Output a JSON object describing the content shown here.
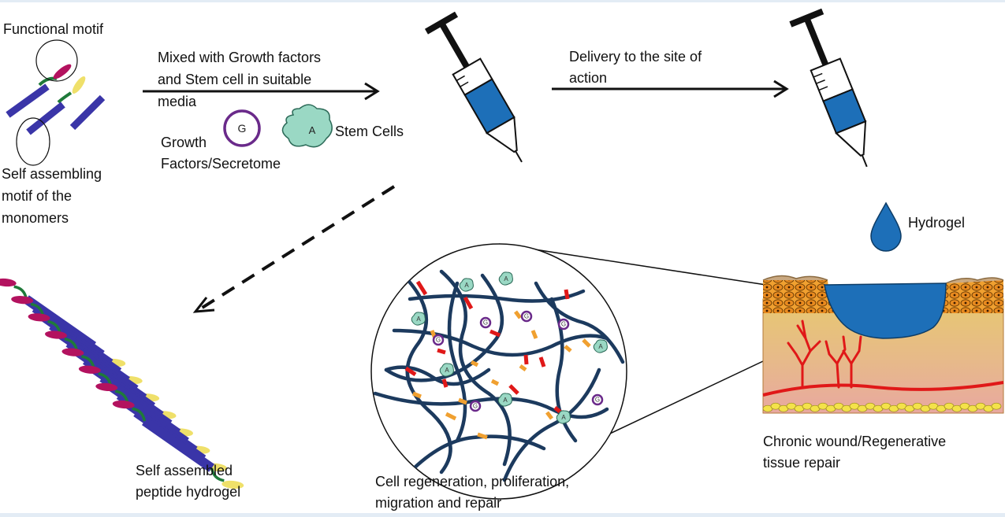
{
  "labels": {
    "functional_motif": "Functional motif",
    "self_assembling_motif": [
      "Self assembling",
      "motif of the",
      "monomers"
    ],
    "mixed_with": [
      "Mixed with Growth factors",
      "and Stem cell in suitable",
      "media"
    ],
    "growth_factors": [
      "Growth",
      "Factors/Secretome"
    ],
    "stem_cells": "Stem Cells",
    "delivery": [
      "Delivery to the site of",
      "action"
    ],
    "hydrogel": "Hydrogel",
    "self_assembled": [
      "Self assembled",
      "peptide hydrogel"
    ],
    "cell_regeneration": [
      "Cell regeneration, proliferation,",
      "migration and repair"
    ],
    "chronic_wound": [
      "Chronic wound/Regenerative",
      "tissue repair"
    ]
  },
  "icon_letters": {
    "growth_factor": "G",
    "stem_cell": "A"
  },
  "colors": {
    "monomer_blue": "#3a35a8",
    "functional_magenta": "#b3125f",
    "self_assembly_yellow": "#efe06a",
    "linker_green": "#1f7a3a",
    "syringe_fluid": "#1d6fb8",
    "fiber_navy": "#1c3a5e",
    "crosslink_red": "#e01818",
    "crosslink_orange": "#f0a030",
    "growth_factor_purple": "#6a2a8a",
    "stem_cell_teal": "#5cc0a0",
    "blood_vessel_red": "#e01818",
    "hydrogel_blue": "#1d6fb8"
  }
}
